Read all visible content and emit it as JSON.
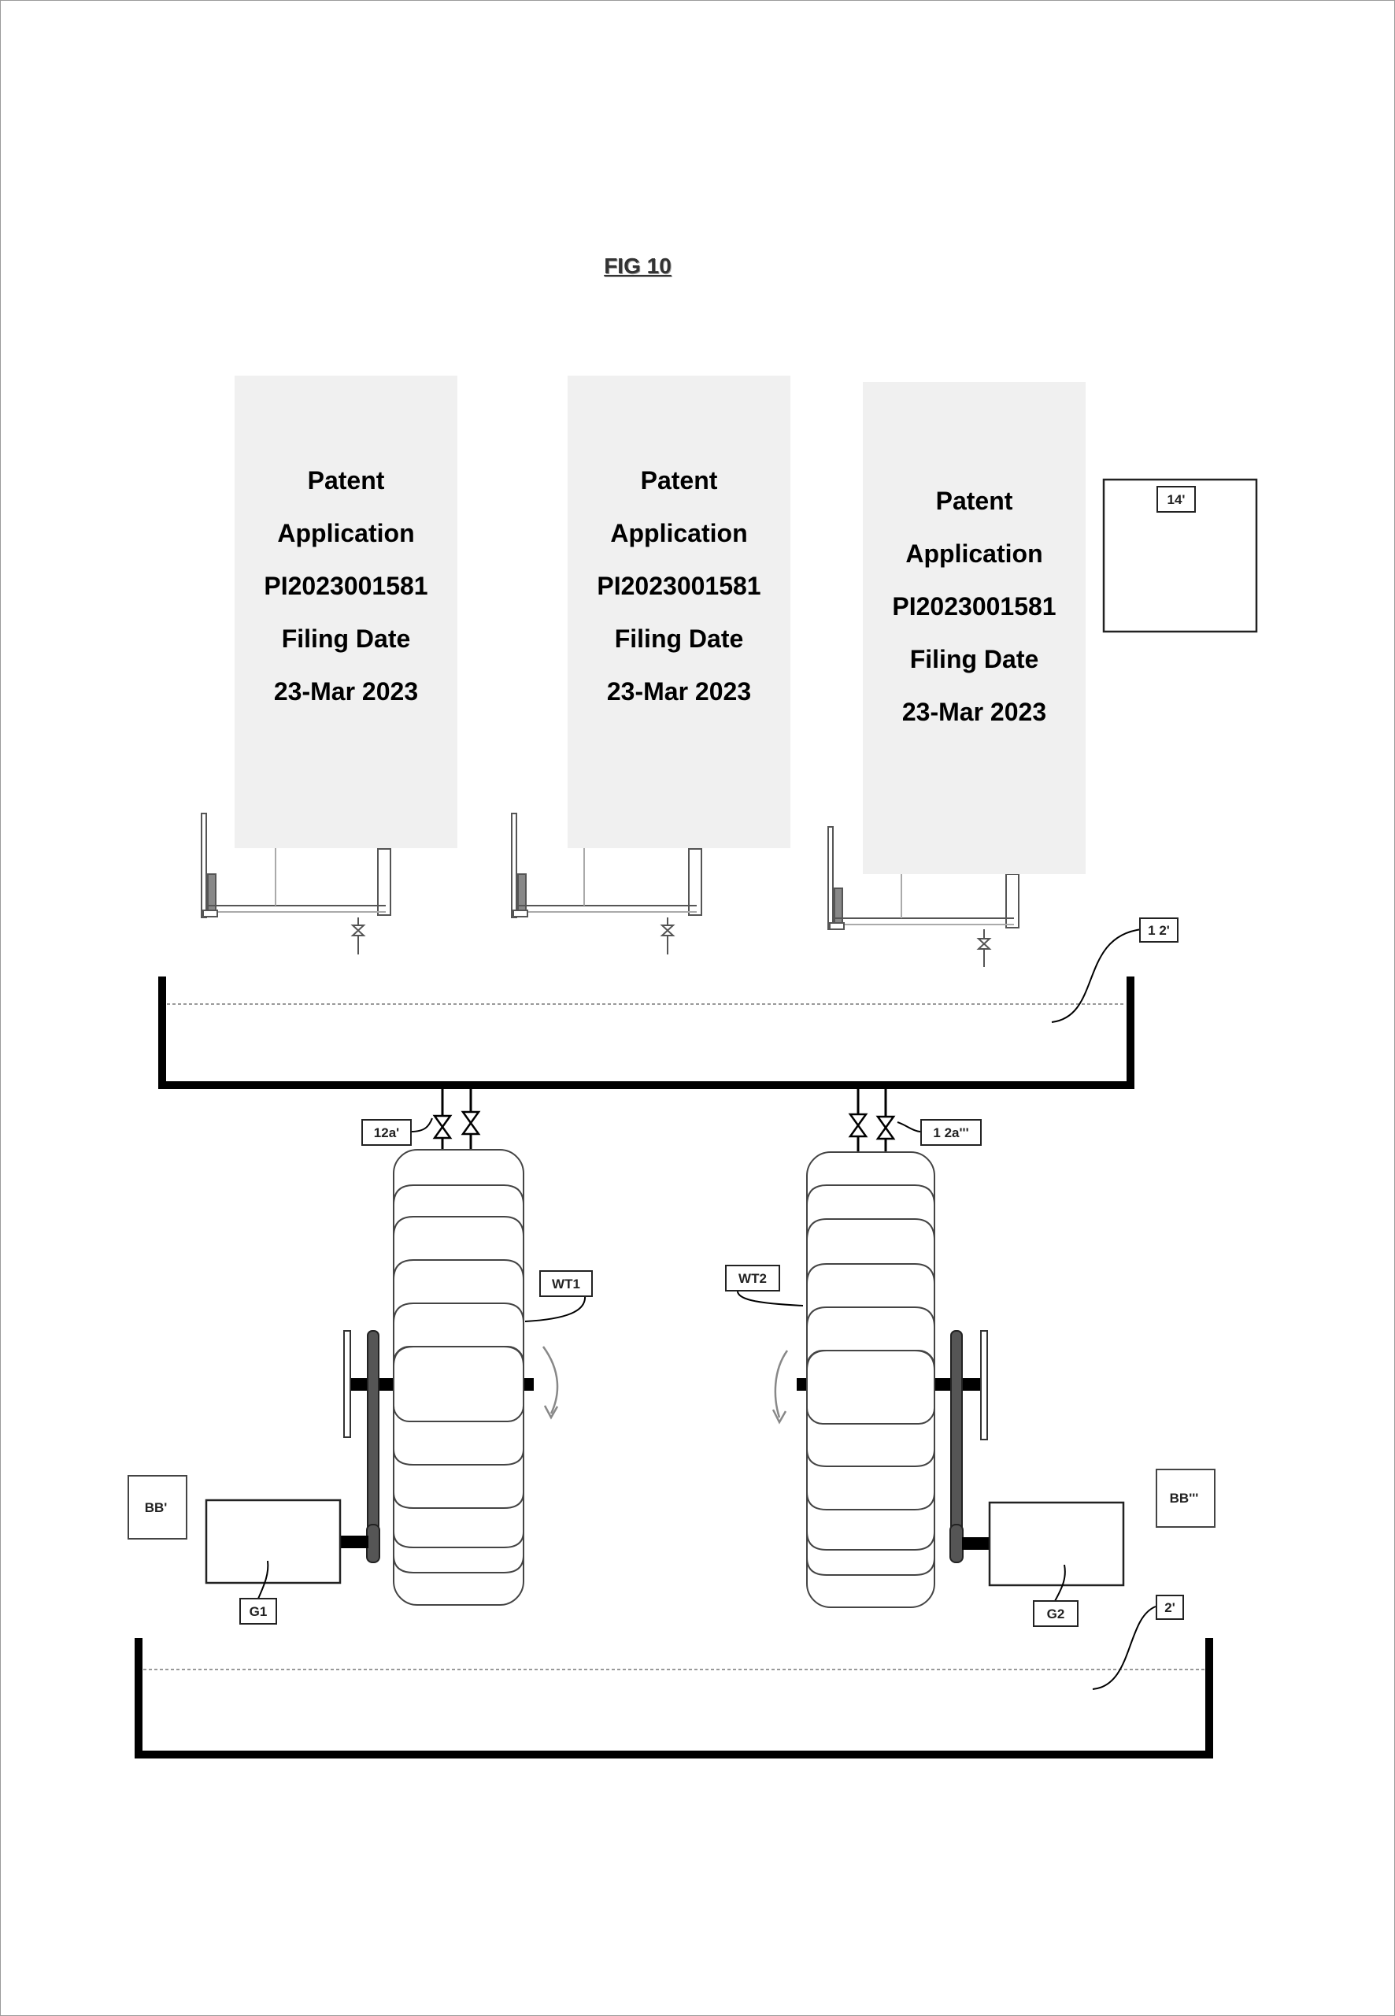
{
  "figure": {
    "title": "FIG 10"
  },
  "stamps": [
    {
      "lines": [
        "Patent",
        "Application",
        "PI2023001581",
        "Filing Date",
        "23-Mar 2023"
      ]
    },
    {
      "lines": [
        "Patent",
        "Application",
        "PI2023001581",
        "Filing Date",
        "23-Mar 2023"
      ]
    },
    {
      "lines": [
        "Patent",
        "Application",
        "PI2023001581",
        "Filing Date",
        "23-Mar 2023"
      ]
    }
  ],
  "labels": {
    "box_14": "14'",
    "tank_12": "1 2'",
    "valve_left": "12a'",
    "valve_right": "1 2a'''",
    "turbine_1": "WT1",
    "turbine_2": "WT2",
    "battery_left": "BB'",
    "battery_right": "BB'''",
    "generator_1": "G1",
    "generator_2": "G2",
    "tank_2": "2'"
  }
}
